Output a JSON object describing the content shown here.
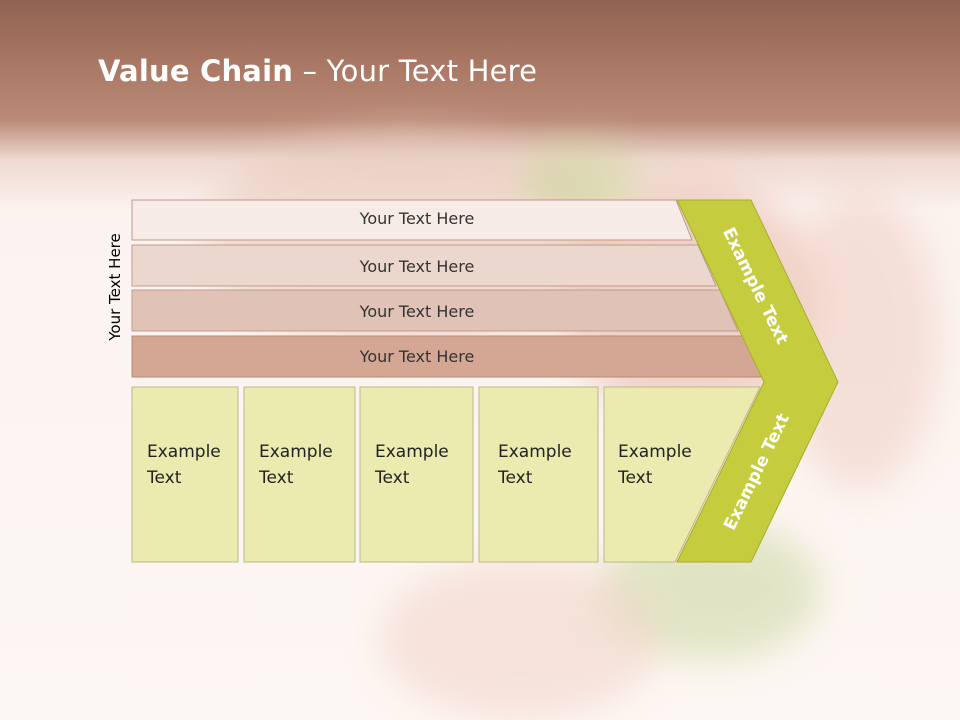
{
  "title": {
    "bold": "Value Chain",
    "rest": " – Your Text Here"
  },
  "vertical_label": "Your Text Here",
  "bands": [
    "Your Text Here",
    "Your Text Here",
    "Your Text Here",
    "Your Text Here"
  ],
  "cells": [
    {
      "line1": "Example",
      "line2": "Text"
    },
    {
      "line1": "Example",
      "line2": "Text"
    },
    {
      "line1": "Example",
      "line2": "Text"
    },
    {
      "line1": "Example",
      "line2": "Text"
    },
    {
      "line1": "Example",
      "line2": "Text"
    }
  ],
  "chevron": {
    "upper": "Example Text",
    "lower": "Example Text"
  },
  "colors": {
    "header": "#a47361",
    "band1": "#f6ebe7",
    "band2": "#ecd7cf",
    "band3": "#e1c2b6",
    "band4": "#d3a794",
    "cell": "#ebebb0",
    "chevron": "#c5cc3d"
  }
}
